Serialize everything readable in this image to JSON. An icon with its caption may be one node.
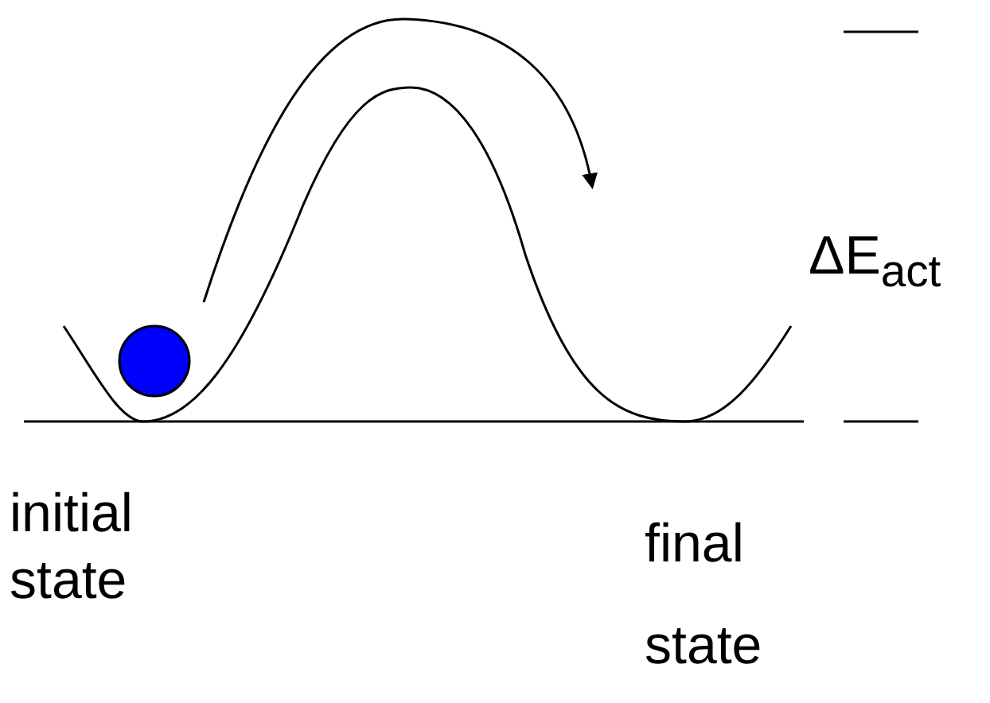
{
  "diagram": {
    "labels": [
      "initial state",
      "final state",
      "ΔE$_{act}$"
    ]
  }
}
